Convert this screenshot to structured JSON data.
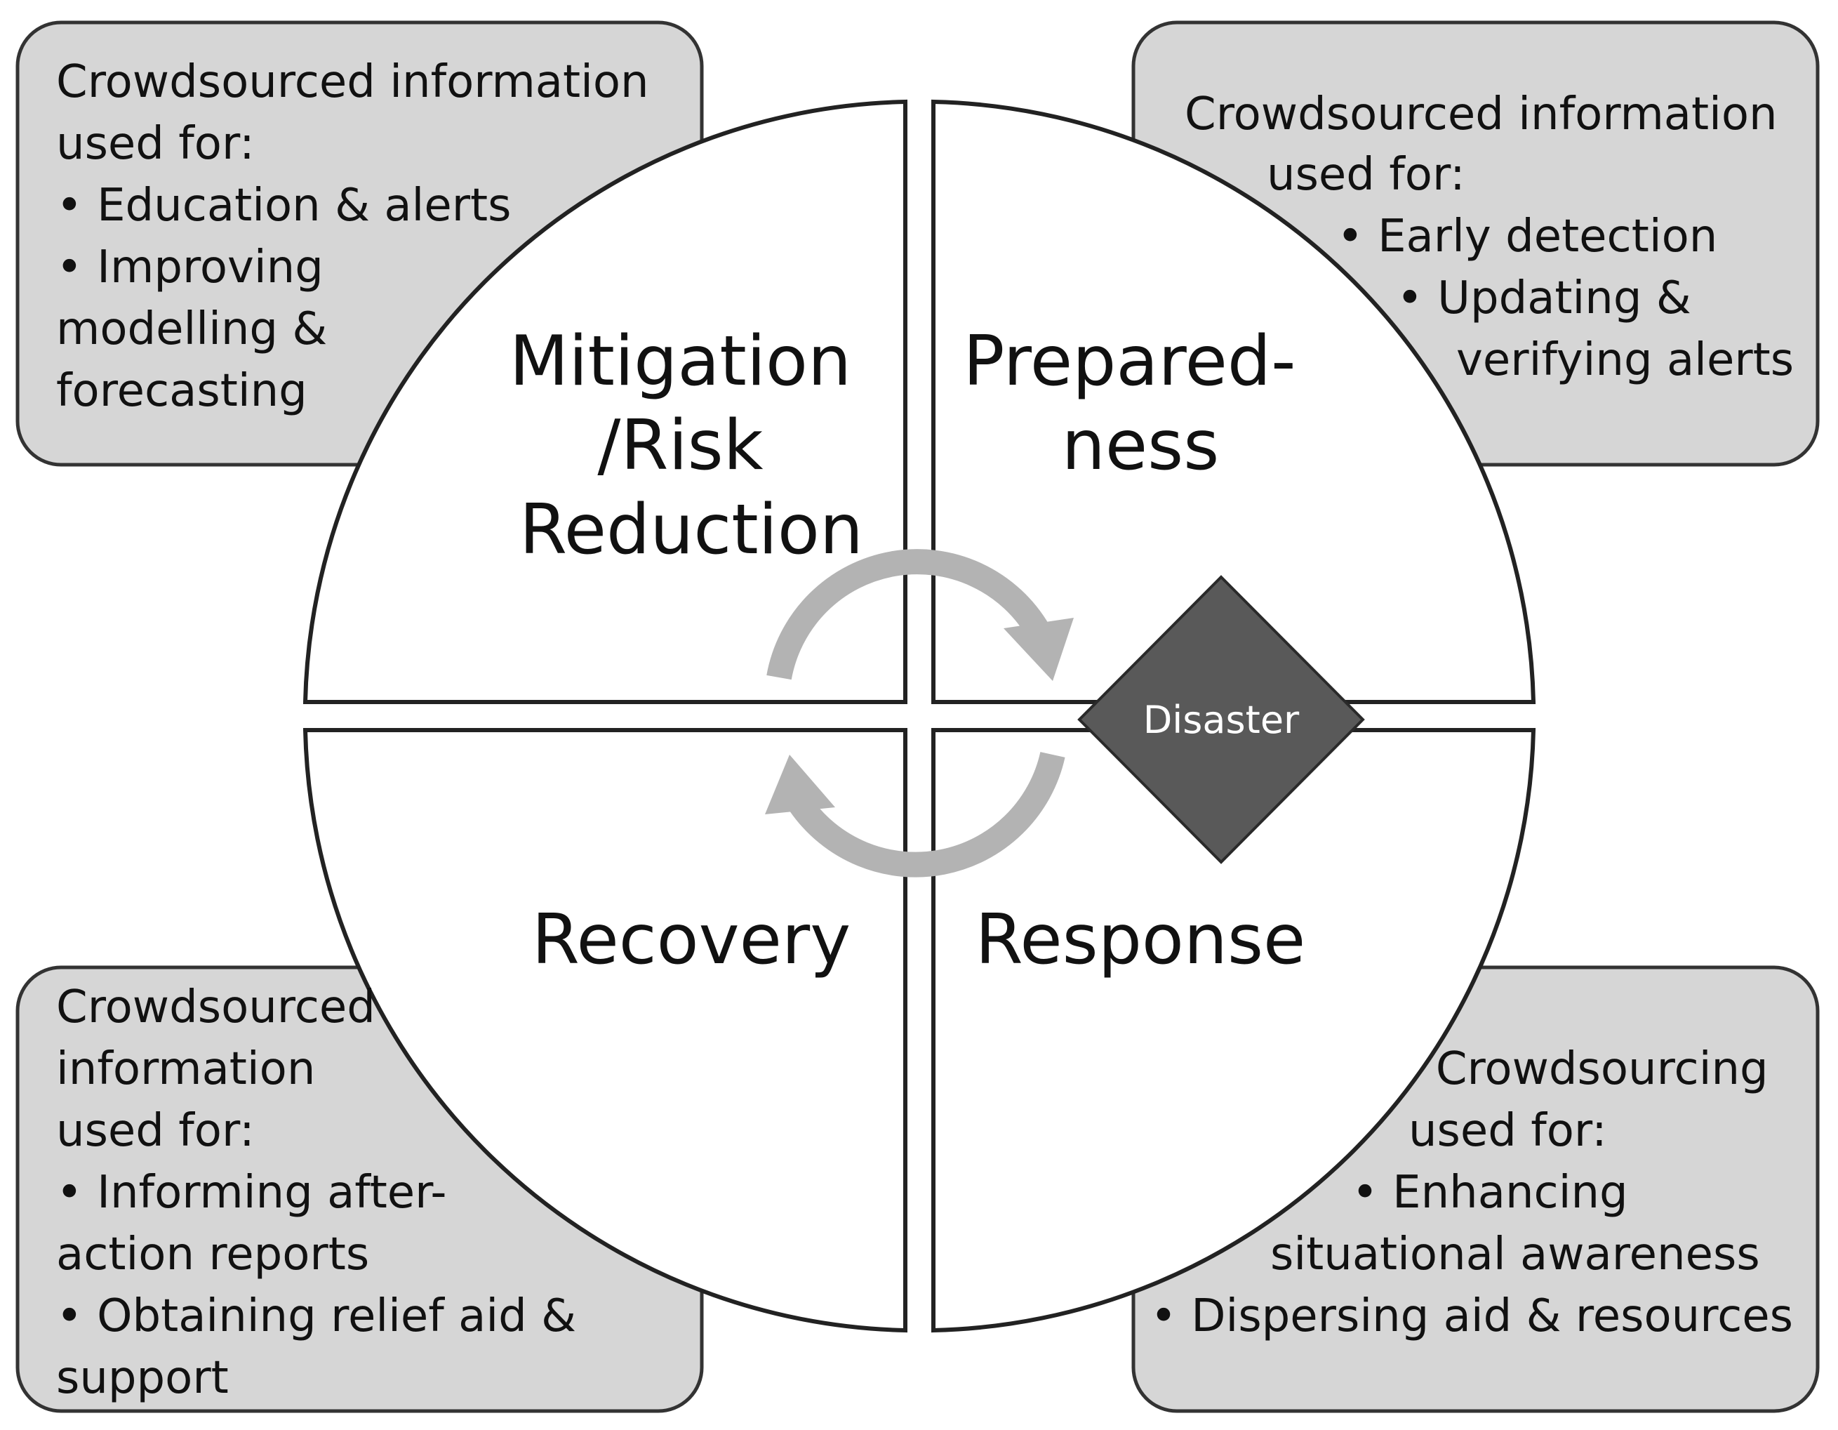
{
  "colors": {
    "box_fill": "#d6d6d6",
    "box_stroke": "#333333",
    "quadrant_fill": "#ffffff",
    "quadrant_stroke": "#222222",
    "arrow": "#b3b3b3",
    "diamond_fill": "#595959",
    "text": "#111111",
    "diamond_text": "#ffffff"
  },
  "boxes": {
    "top_left": [
      "Crowdsourced information",
      "used for:",
      "• Education & alerts",
      "• Improving",
      "modelling &",
      "forecasting"
    ],
    "top_right": [
      "Crowdsourced information",
      "used for:",
      "• Early detection",
      "• Updating &",
      "verifying alerts"
    ],
    "bottom_left": [
      "Crowdsourced",
      "information",
      "used for:",
      "• Informing after-",
      "action reports",
      "• Obtaining relief aid &",
      "support"
    ],
    "bottom_right": [
      "Crowdsourcing",
      "used for:",
      "• Enhancing",
      "situational awareness",
      "• Dispersing aid & resources"
    ]
  },
  "phases": {
    "mitigation": [
      "Mitigation",
      "/Risk",
      "Reduction"
    ],
    "preparedness": [
      "Prepared-",
      "ness"
    ],
    "recovery": [
      "Recovery"
    ],
    "response": [
      "Response"
    ]
  },
  "disaster": {
    "label": "Disaster",
    "icon": "diamond"
  },
  "cycle_arrows": {
    "icon": "circular-arrows"
  }
}
